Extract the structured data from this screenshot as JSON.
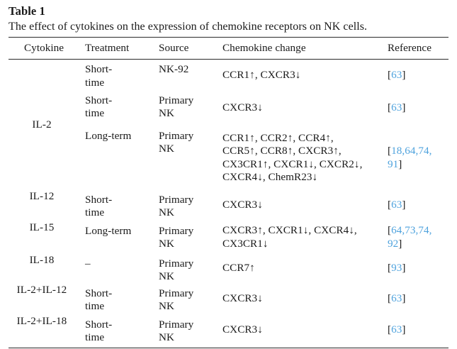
{
  "table": {
    "label": "Table 1",
    "caption": "The effect of cytokines on the expression of chemokine receptors on NK cells.",
    "columns": [
      "Cytokine",
      "Treatment",
      "Source",
      "Chemokine change",
      "Reference"
    ],
    "accent_link_color": "#4ea2dd",
    "rule_color": "#2b2b2b",
    "rows": [
      {
        "cytokine": "IL-2",
        "cytokine_rowspan": 3,
        "treatment": "Short-\ntime",
        "source": "NK-92",
        "change": "CCR1↑, CXCR3↓",
        "reference_numbers": "63"
      },
      {
        "cytokine": "",
        "treatment": "Short-\ntime",
        "source": "Primary\nNK",
        "change": "CXCR3↓",
        "reference_numbers": "63"
      },
      {
        "cytokine": "",
        "treatment": "Long-term",
        "source": "Primary\nNK",
        "change": "CCR1↑, CCR2↑, CCR4↑,\nCCR5↑, CCR8↑, CXCR3↑,\nCX3CR1↑, CXCR1↓, CXCR2↓,\nCXCR4↓, ChemR23↓",
        "reference_numbers": "18,64,74,\n91"
      },
      {
        "cytokine": "IL-12",
        "cytokine_rowspan": 1,
        "treatment": "Short-\ntime",
        "source": "Primary\nNK",
        "change": "CXCR3↓",
        "reference_numbers": "63"
      },
      {
        "cytokine": "IL-15",
        "cytokine_rowspan": 1,
        "treatment": "Long-term",
        "source": "Primary\nNK",
        "change": "CXCR3↑, CXCR1↓, CXCR4↓,\nCX3CR1↓",
        "reference_numbers": "64,73,74,\n92"
      },
      {
        "cytokine": "IL-18",
        "cytokine_rowspan": 1,
        "treatment": "–",
        "source": "Primary\nNK",
        "change": "CCR7↑",
        "reference_numbers": "93"
      },
      {
        "cytokine": "IL-2+IL-12",
        "cytokine_rowspan": 1,
        "treatment": "Short-\ntime",
        "source": "Primary\nNK",
        "change": "CXCR3↓",
        "reference_numbers": "63"
      },
      {
        "cytokine": "IL-2+IL-18",
        "cytokine_rowspan": 1,
        "treatment": "Short-\ntime",
        "source": "Primary\nNK",
        "change": "CXCR3↓",
        "reference_numbers": "63"
      }
    ]
  }
}
